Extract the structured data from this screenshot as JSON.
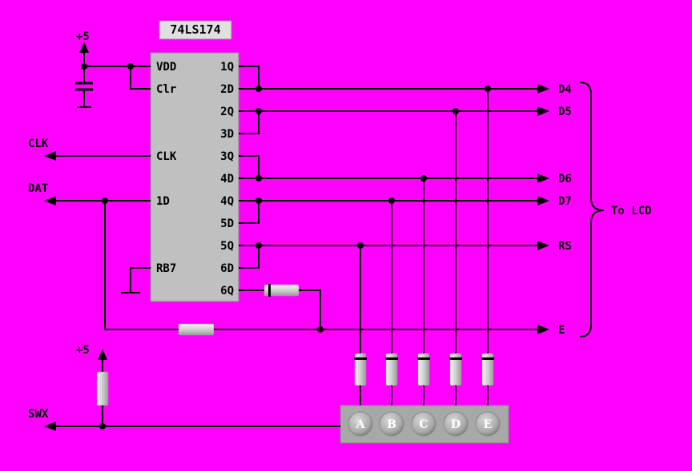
{
  "chip": {
    "part_number": "74LS174",
    "left_pins": [
      "VDD",
      "Clr",
      "CLK",
      "1D",
      "RB7"
    ],
    "right_pins": [
      "1Q",
      "2D",
      "2Q",
      "3D",
      "3Q",
      "4D",
      "4Q",
      "5D",
      "5Q",
      "6D",
      "6Q"
    ]
  },
  "power": {
    "top": "+5",
    "bottom": "+5"
  },
  "signals": {
    "clk": "CLK",
    "dat": "DAT",
    "swx": "SWX"
  },
  "outputs": [
    "D4",
    "D5",
    "D6",
    "D7",
    "RS",
    "E"
  ],
  "bracket_label": "To LCD",
  "buttons": [
    "A",
    "B",
    "C",
    "D",
    "E"
  ],
  "colors": {
    "background": "#ff00ff",
    "chip": "#c0c0c0",
    "wire": "#000000",
    "button_face": "#a8a8a8"
  }
}
